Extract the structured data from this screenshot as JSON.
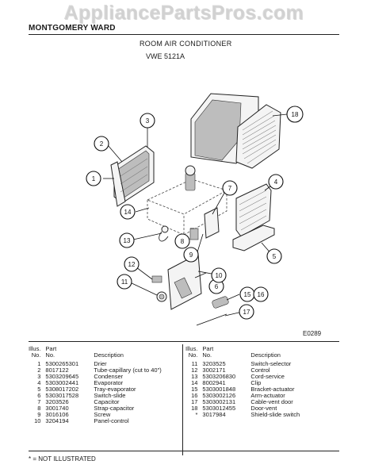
{
  "watermark": "AppliancePartsPros.com",
  "header": {
    "brand": "MONTGOMERY WARD",
    "title": "ROOM AIR CONDITIONER",
    "model": "VWE 5121A"
  },
  "diagram": {
    "code": "E0289",
    "callouts": [
      "1",
      "2",
      "3",
      "4",
      "5",
      "6",
      "7",
      "8",
      "9",
      "10",
      "11",
      "12",
      "13",
      "14",
      "15",
      "16",
      "17",
      "18"
    ]
  },
  "table": {
    "headers": {
      "illus": "Illus.",
      "no": "No.",
      "part": "Part",
      "part_no": "No.",
      "description": "Description"
    },
    "left": [
      {
        "illus": "1",
        "part": "5300265301",
        "desc": "Drier"
      },
      {
        "illus": "2",
        "part": "8017122",
        "desc": "Tube-capillary (cut to 40\")"
      },
      {
        "illus": "3",
        "part": "5303209645",
        "desc": "Condenser"
      },
      {
        "illus": "4",
        "part": "5303002441",
        "desc": "Evaporator"
      },
      {
        "illus": "5",
        "part": "5308017202",
        "desc": "Tray-evaporator"
      },
      {
        "illus": "6",
        "part": "5303017528",
        "desc": "Switch-slide"
      },
      {
        "illus": "7",
        "part": "3203526",
        "desc": "Capacitor"
      },
      {
        "illus": "8",
        "part": "3001740",
        "desc": "Strap-capacitor"
      },
      {
        "illus": "9",
        "part": "3016106",
        "desc": "Screw"
      },
      {
        "illus": "10",
        "part": "3204194",
        "desc": "Panel-control"
      }
    ],
    "right": [
      {
        "illus": "11",
        "part": "3203525",
        "desc": "Switch-selector"
      },
      {
        "illus": "12",
        "part": "3002171",
        "desc": "Control"
      },
      {
        "illus": "13",
        "part": "5303206830",
        "desc": "Cord-service"
      },
      {
        "illus": "14",
        "part": "8002941",
        "desc": "Clip"
      },
      {
        "illus": "15",
        "part": "5303001848",
        "desc": "Bracket-actuator"
      },
      {
        "illus": "16",
        "part": "5303002126",
        "desc": "Arm-actuator"
      },
      {
        "illus": "17",
        "part": "5303002131",
        "desc": "Cable-vent door"
      },
      {
        "illus": "18",
        "part": "5303012455",
        "desc": "Door-vent"
      },
      {
        "illus": "*",
        "part": "3017984",
        "desc": "Shield-slide switch"
      }
    ]
  },
  "footnote": "* = NOT ILLUSTRATED"
}
